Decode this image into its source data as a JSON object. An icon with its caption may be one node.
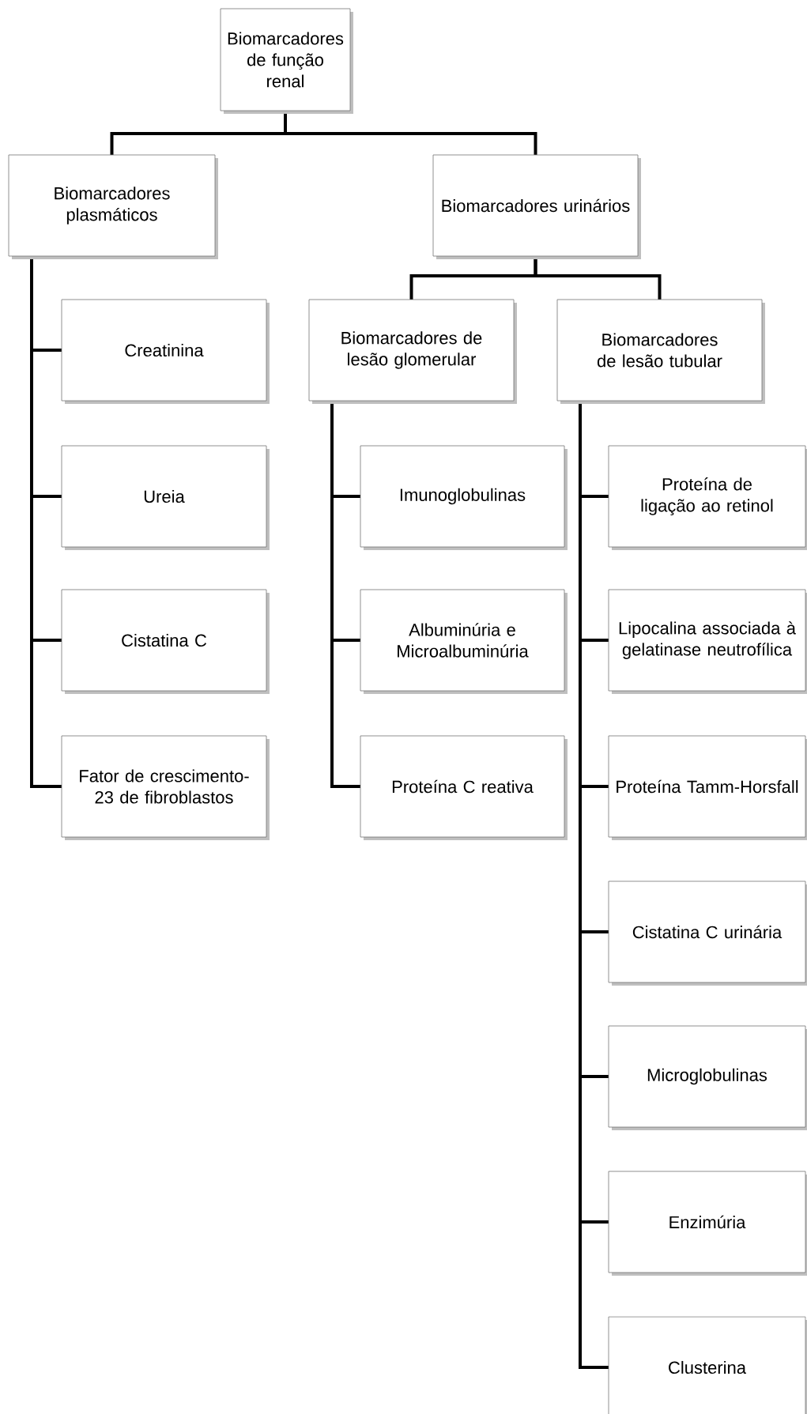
{
  "diagram": {
    "nodes": [
      {
        "text": [
          "Biomarcadores de função renal"
        ]
      },
      {
        "text": [
          "Biomarcadores plasmáticos"
        ]
      },
      {
        "text": [
          "Biomarcadores urinários"
        ]
      },
      {
        "text": [
          "Creatinina"
        ]
      },
      {
        "text": [
          "Ureia"
        ]
      },
      {
        "text": [
          "Cistatina C"
        ]
      },
      {
        "text": [
          "Fator de crescimento-23 de fibroblastos"
        ]
      },
      {
        "text": [
          "Biomarcadores de lesão glomerular"
        ]
      },
      {
        "text": [
          "Biomarcadores de lesão tubular"
        ]
      },
      {
        "text": [
          "Imunoglobulinas"
        ]
      },
      {
        "text": [
          "Albuminúria e Microalbuminúria"
        ]
      },
      {
        "text": [
          "Proteína C reativa"
        ]
      },
      {
        "text": [
          "Proteína de ligação ao retinol"
        ]
      },
      {
        "text": [
          "Lipocalina associada à gelatinase neutrofílica"
        ]
      },
      {
        "text": [
          "Proteína Tamm-Horsfall"
        ]
      },
      {
        "text": [
          "Cistatina C urinária"
        ]
      },
      {
        "text": [
          "Microglobulinas"
        ]
      },
      {
        "text": [
          "Enzimúria"
        ]
      },
      {
        "text": [
          "Clusterina"
        ]
      }
    ],
    "edges": [
      {
        "from": 0,
        "to": 1,
        "arrow": "none"
      },
      {
        "from": 0,
        "to": 2,
        "arrow": "none"
      },
      {
        "from": 1,
        "to": 3,
        "arrow": "none"
      },
      {
        "from": 1,
        "to": 4,
        "arrow": "none"
      },
      {
        "from": 1,
        "to": 5,
        "arrow": "none"
      },
      {
        "from": 1,
        "to": 6,
        "arrow": "none"
      },
      {
        "from": 2,
        "to": 7,
        "arrow": "none"
      },
      {
        "from": 2,
        "to": 8,
        "arrow": "none"
      },
      {
        "from": 7,
        "to": 9,
        "arrow": "none"
      },
      {
        "from": 7,
        "to": 10,
        "arrow": "none"
      },
      {
        "from": 7,
        "to": 11,
        "arrow": "none"
      },
      {
        "from": 8,
        "to": 12,
        "arrow": "none"
      },
      {
        "from": 8,
        "to": 13,
        "arrow": "none"
      },
      {
        "from": 8,
        "to": 14,
        "arrow": "none"
      },
      {
        "from": 8,
        "to": 15,
        "arrow": "none"
      },
      {
        "from": 8,
        "to": 16,
        "arrow": "none"
      },
      {
        "from": 8,
        "to": 17,
        "arrow": "none"
      },
      {
        "from": 8,
        "to": 18,
        "arrow": "none"
      }
    ]
  }
}
